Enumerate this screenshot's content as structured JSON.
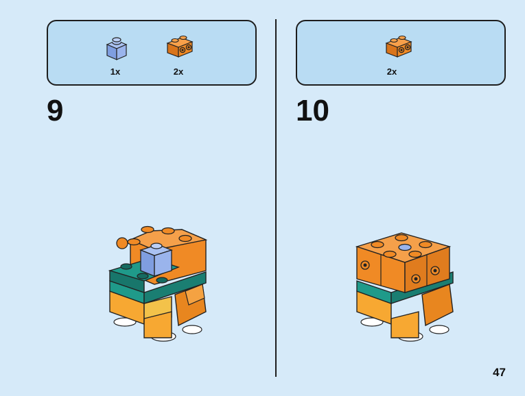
{
  "steps": [
    {
      "number": "9",
      "parts": [
        {
          "icon": "blue-1x1-brick-icon",
          "quantity": "1x",
          "color": "#8aa8e8"
        },
        {
          "icon": "orange-1x2-side-stud-brick-icon",
          "quantity": "2x",
          "color": "#f08a25"
        }
      ]
    },
    {
      "number": "10",
      "parts": [
        {
          "icon": "orange-1x2-side-stud-brick-icon",
          "quantity": "2x",
          "color": "#f08a25"
        }
      ]
    }
  ],
  "page_number": "47",
  "colors": {
    "background": "#d6eaf9",
    "parts_box": "#b9dcf3",
    "orange": "#f08a25",
    "light_orange": "#f7a832",
    "teal": "#1f9a8a",
    "dark_teal": "#1a6e64",
    "blue": "#8aa8e8",
    "white": "#ffffff"
  }
}
